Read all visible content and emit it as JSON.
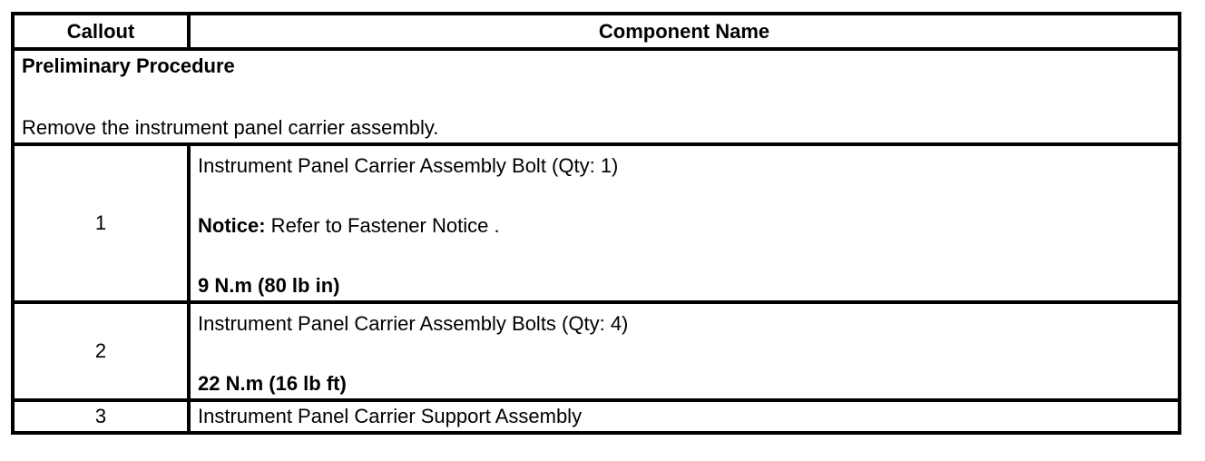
{
  "table": {
    "headers": {
      "callout": "Callout",
      "component_name": "Component Name"
    },
    "preliminary": {
      "title": "Preliminary Procedure",
      "text": "Remove the instrument panel carrier assembly."
    },
    "rows": [
      {
        "callout": "1",
        "name": "Instrument Panel Carrier Assembly Bolt (Qty: 1)",
        "notice_label": "Notice:",
        "notice_text": " Refer to Fastener Notice .",
        "torque": "9 N.m (80 lb in)"
      },
      {
        "callout": "2",
        "name": "Instrument Panel Carrier Assembly Bolts (Qty: 4)",
        "torque": "22 N.m (16 lb ft)"
      },
      {
        "callout": "3",
        "name": "Instrument Panel Carrier Support Assembly"
      }
    ]
  }
}
